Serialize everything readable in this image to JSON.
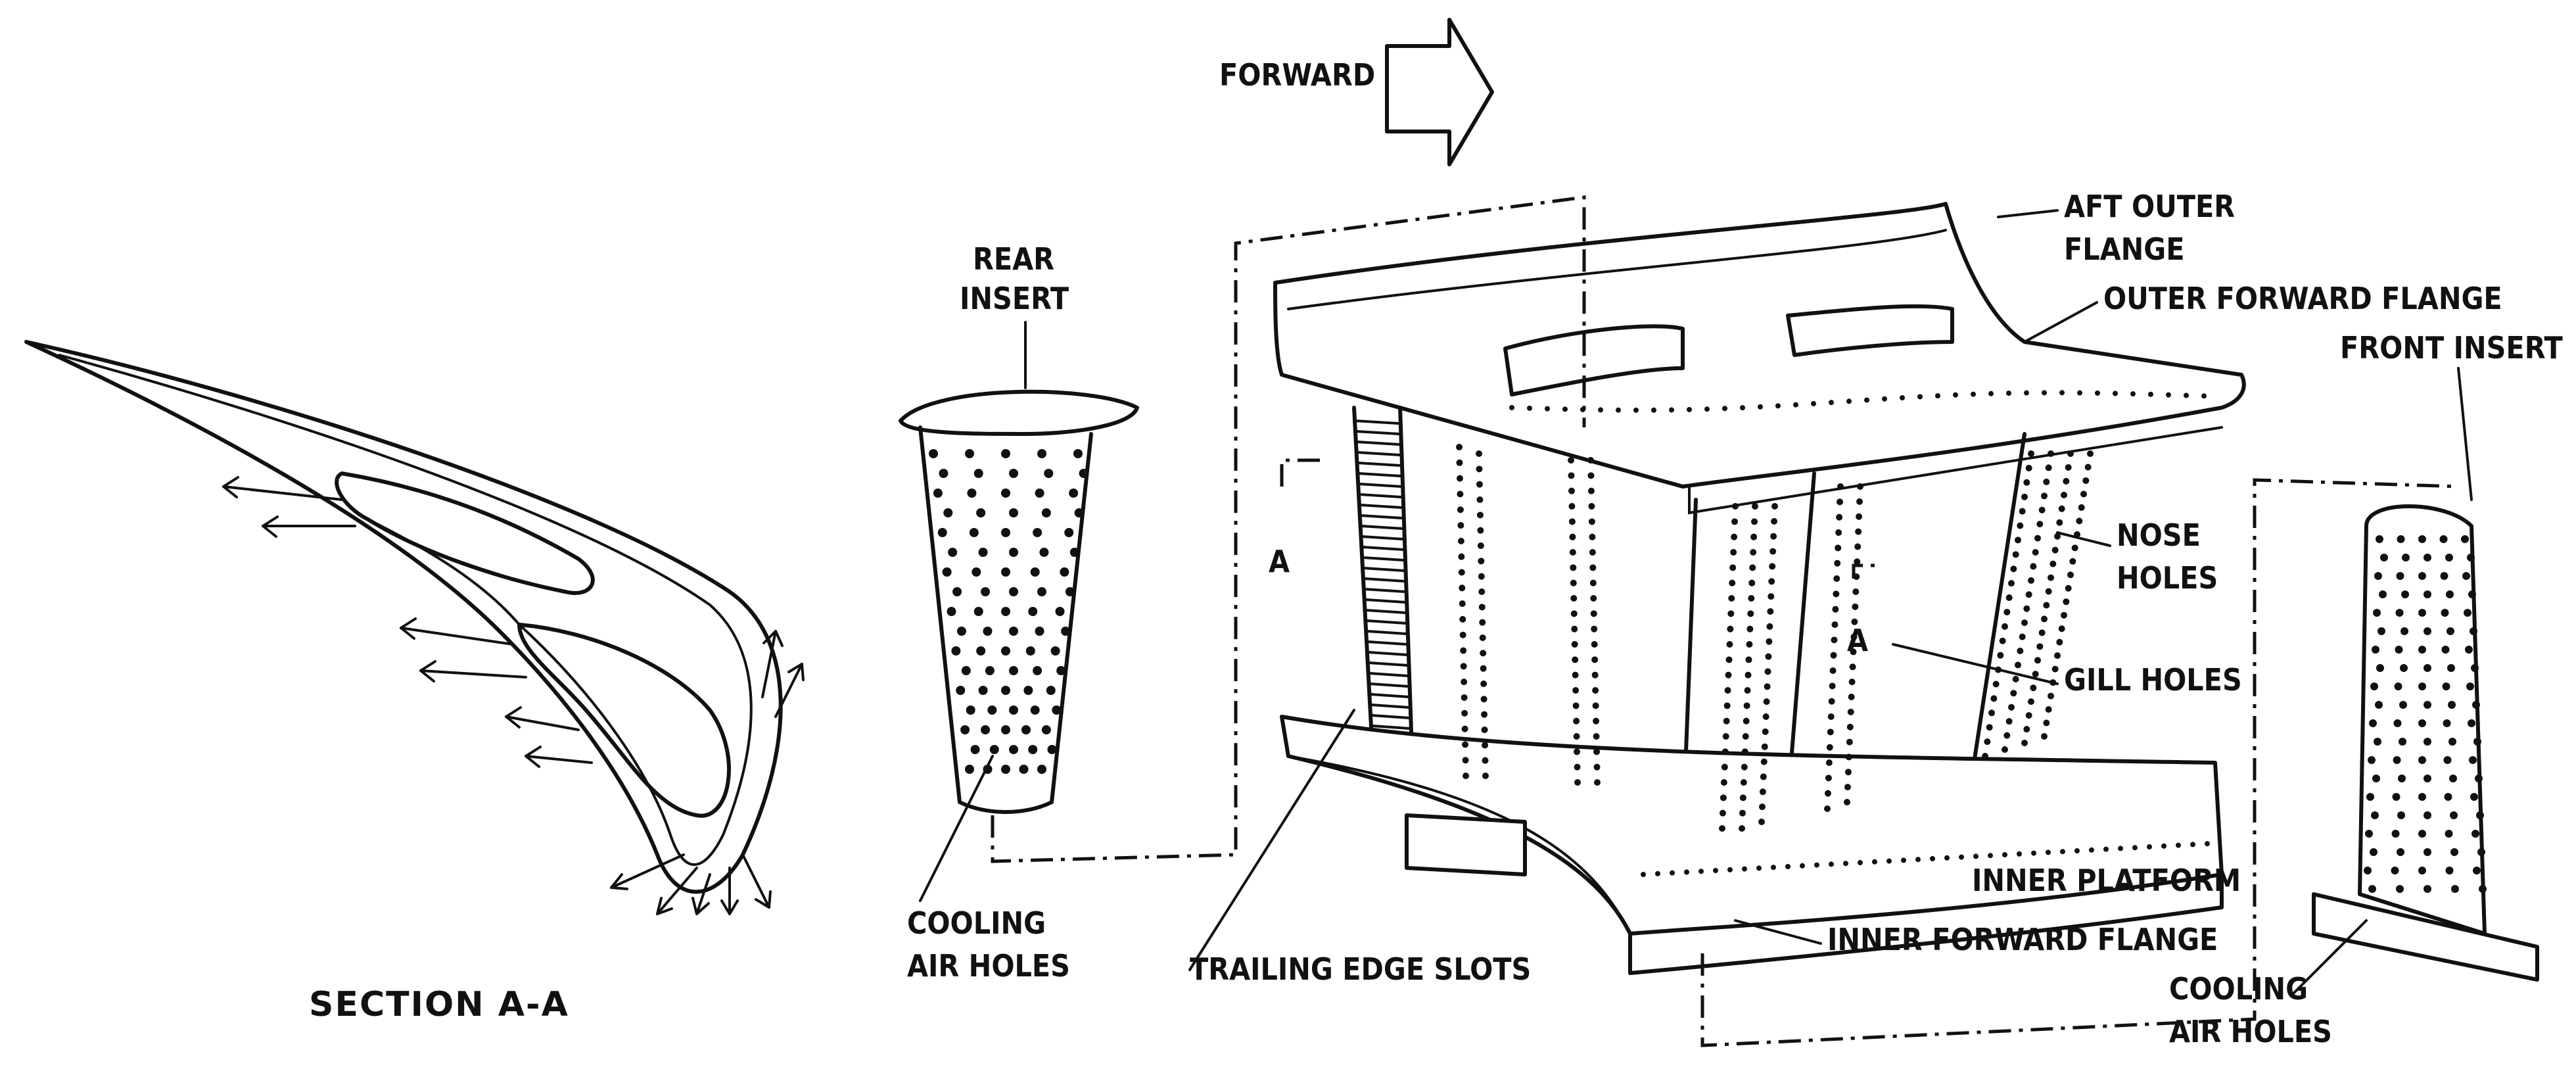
{
  "labels": {
    "forward": "FORWARD",
    "rear_insert_1": "REAR",
    "rear_insert_2": "INSERT",
    "aft_outer_flange_1": "AFT OUTER",
    "aft_outer_flange_2": "FLANGE",
    "outer_forward_flange": "OUTER FORWARD FLANGE",
    "front_insert": "FRONT INSERT",
    "nose_holes_1": "NOSE",
    "nose_holes_2": "HOLES",
    "gill_holes": "GILL HOLES",
    "inner_platform": "INNER PLATFORM",
    "inner_forward_flange": "INNER FORWARD FLANGE",
    "trailing_edge_slots": "TRAILING EDGE SLOTS",
    "cooling_air_holes_left_1": "COOLING",
    "cooling_air_holes_left_2": "AIR HOLES",
    "cooling_air_holes_right_1": "COOLING",
    "cooling_air_holes_right_2": "AIR HOLES",
    "section_caption": "SECTION A-A",
    "section_mark_a1": "A",
    "section_mark_a2": "A"
  }
}
